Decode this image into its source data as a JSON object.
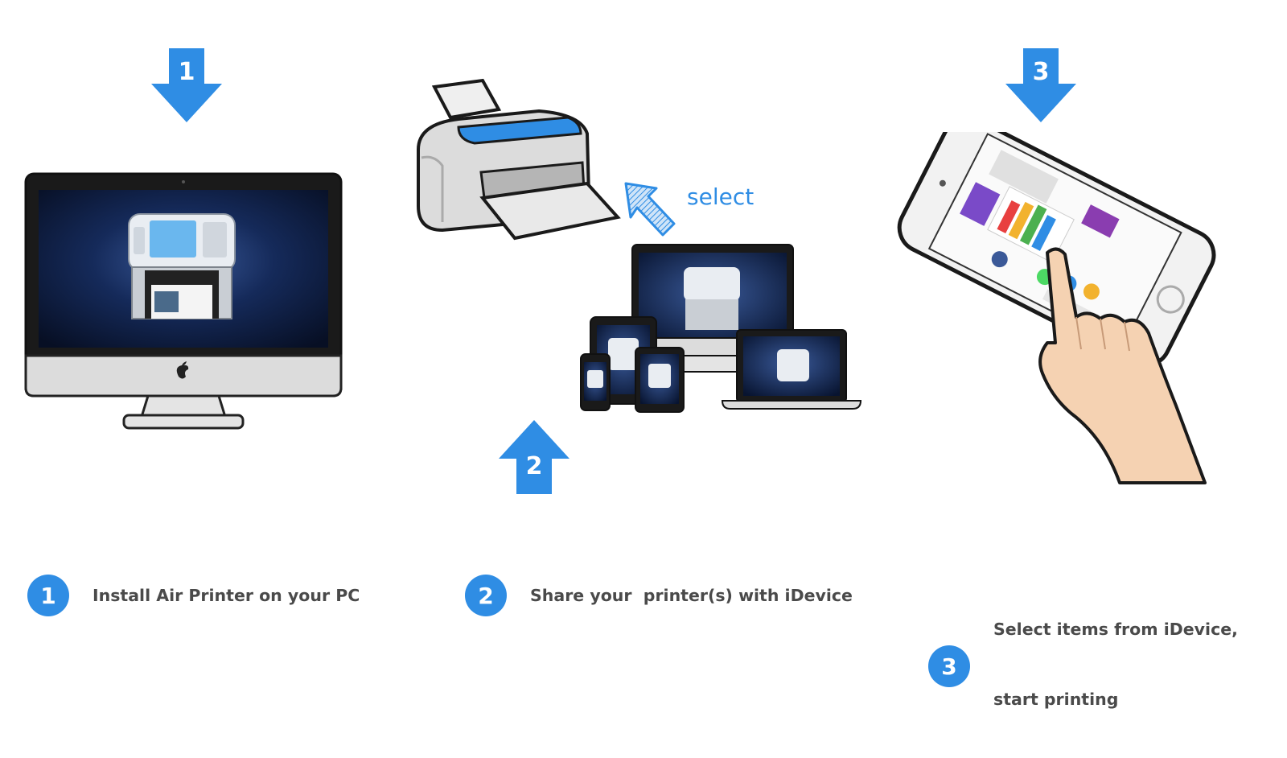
{
  "colors": {
    "accent": "#2f8de4",
    "text": "#4a4a4a",
    "screen_dark": "#0c1a3a",
    "printer_blue": "#2f8de4"
  },
  "arrows": {
    "step1": "1",
    "step2": "2",
    "step3": "3"
  },
  "callout": {
    "select_label": "select"
  },
  "steps": [
    {
      "number": "1",
      "text": "Install Air Printer on your PC"
    },
    {
      "number": "2",
      "text": "Share your  printer(s) with iDevice"
    },
    {
      "number": "3",
      "line1": "Select items from iDevice,",
      "line2": "start printing"
    }
  ],
  "icons": [
    "arrow-down-icon",
    "arrow-up-icon",
    "imac-icon",
    "printer-icon",
    "select-arrow-icon",
    "apple-devices-icon",
    "iphone-hand-icon"
  ]
}
